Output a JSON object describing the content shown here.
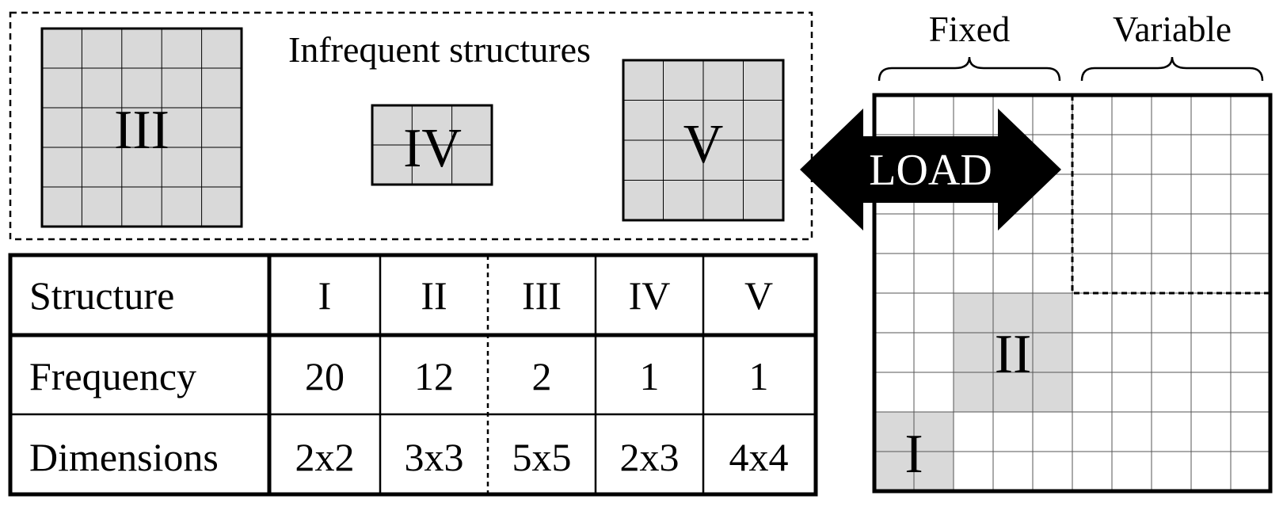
{
  "infrequent_box": {
    "label": "Infrequent structures"
  },
  "structures": {
    "III": {
      "label": "III"
    },
    "IV": {
      "label": "IV"
    },
    "V": {
      "label": "V"
    },
    "II": {
      "label": "II"
    },
    "I": {
      "label": "I"
    }
  },
  "load_arrow": {
    "label": "LOAD"
  },
  "matrix": {
    "fixed_label": "Fixed",
    "variable_label": "Variable"
  },
  "table": {
    "header": [
      "Structure",
      "I",
      "II",
      "III",
      "IV",
      "V"
    ],
    "rows": [
      [
        "Frequency",
        "20",
        "12",
        "2",
        "1",
        "1"
      ],
      [
        "Dimensions",
        "2x2",
        "3x3",
        "5x5",
        "2x3",
        "4x4"
      ]
    ]
  },
  "colors": {
    "fill_gray": "#d9d9d9",
    "line": "#000000",
    "background": "#ffffff"
  }
}
